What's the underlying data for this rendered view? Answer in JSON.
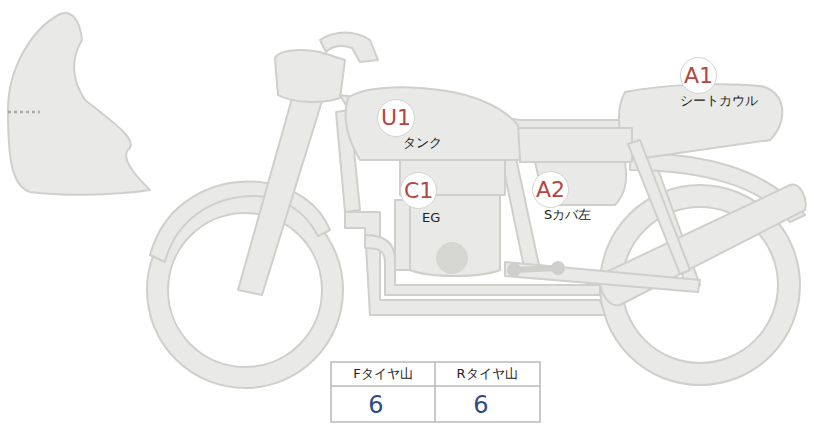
{
  "diagram": {
    "nodes": [
      {
        "text": [
          "A1",
          "シートカウル"
        ]
      },
      {
        "text": [
          "U1",
          "タンク"
        ]
      },
      {
        "text": [
          "C1",
          "EG"
        ]
      },
      {
        "text": [
          "A2",
          "Sカバ左"
        ]
      }
    ],
    "labels": [
      "Fタイヤ山",
      "Rタイヤ山",
      "6",
      "6"
    ]
  }
}
